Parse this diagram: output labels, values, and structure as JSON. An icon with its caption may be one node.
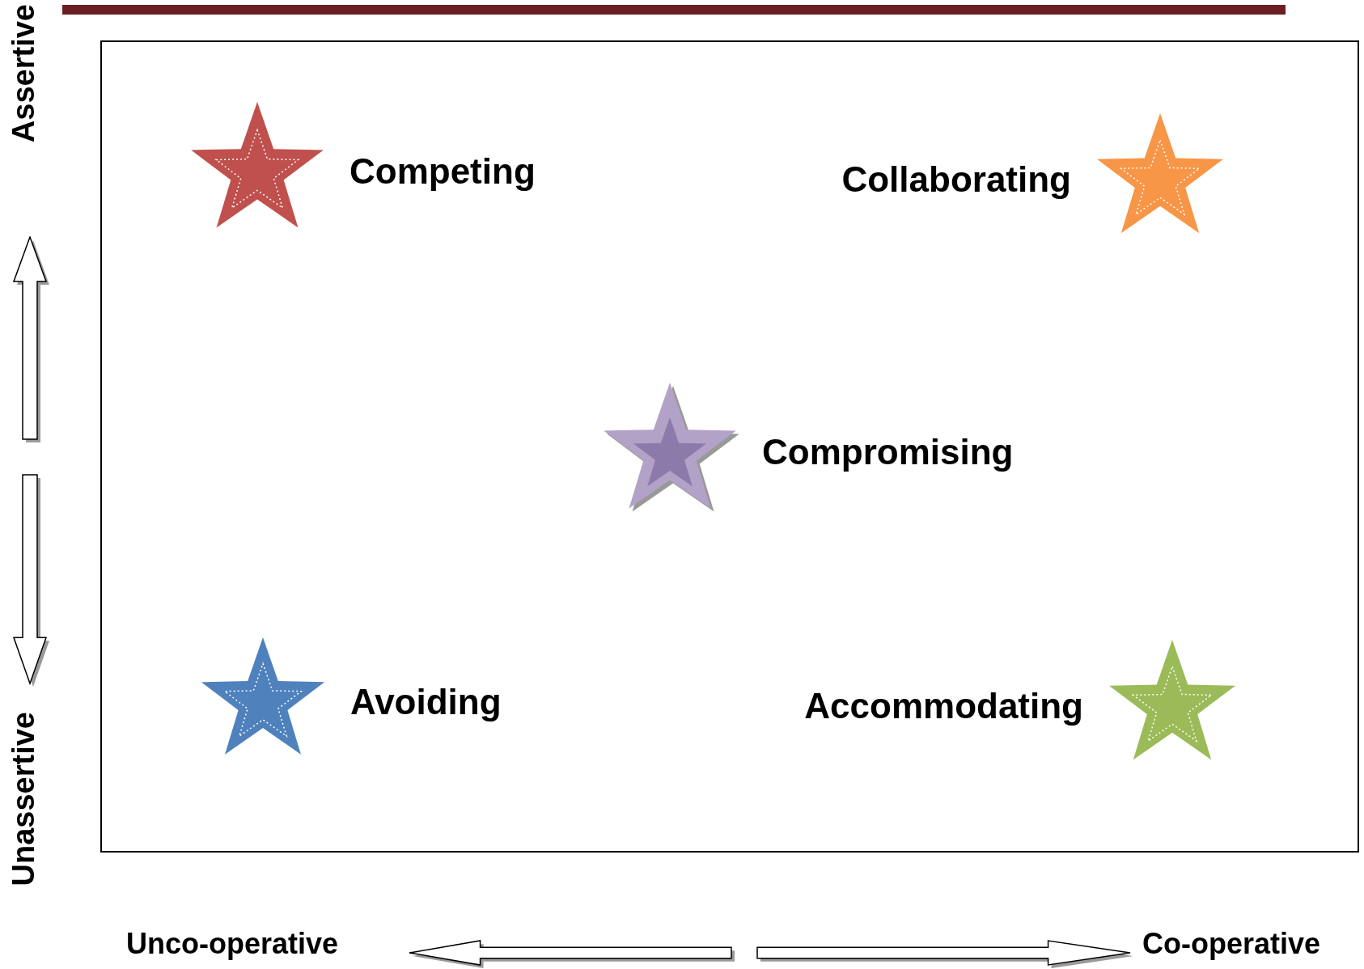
{
  "diagram": {
    "nodes": [
      {
        "text": [],
        "shape": "box"
      },
      {
        "text": [],
        "shape": "star",
        "in": 0,
        "beside": [
          "Competing"
        ]
      },
      {
        "text": [],
        "shape": "star",
        "in": 0,
        "beside": [
          "Collaborating"
        ]
      },
      {
        "text": [],
        "shape": "star",
        "in": 0,
        "beside": [
          "Compromising"
        ]
      },
      {
        "text": [],
        "shape": "star",
        "in": 0,
        "beside": [
          "Avoiding"
        ]
      },
      {
        "text": [],
        "shape": "star",
        "in": 0,
        "beside": [
          "Accommodating"
        ]
      }
    ],
    "labels": [
      "Assertive",
      "Unassertive",
      "Unco-operative",
      "Co-operative"
    ]
  }
}
